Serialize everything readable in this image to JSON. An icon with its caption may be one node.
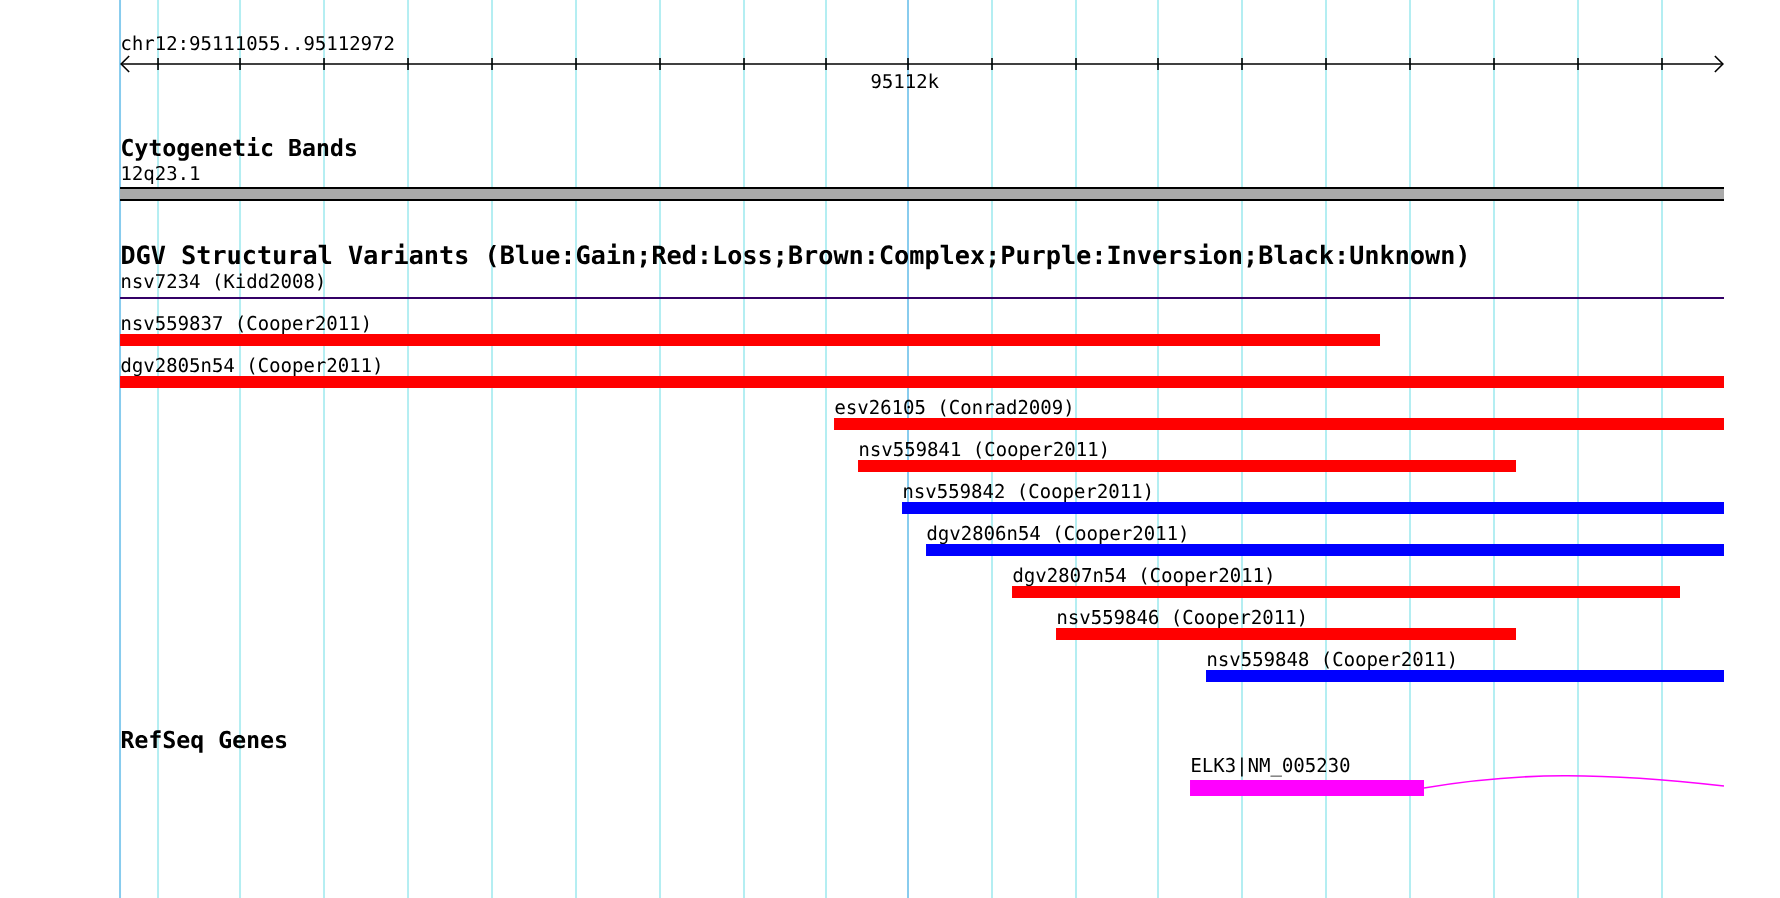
{
  "diagram": {
    "nodes": [
      {
        "text": [
          "12q23.1"
        ]
      },
      {
        "text": [
          "nsv7234 (Kidd2008)"
        ]
      },
      {
        "text": [
          "nsv559837 (Cooper2011)"
        ]
      },
      {
        "text": [
          "dgv2805n54 (Cooper2011)"
        ]
      },
      {
        "text": [
          "esv26105 (Conrad2009)"
        ]
      },
      {
        "text": [
          "nsv559841 (Cooper2011)"
        ]
      },
      {
        "text": [
          "nsv559842 (Cooper2011)"
        ]
      },
      {
        "text": [
          "dgv2806n54 (Cooper2011)"
        ]
      },
      {
        "text": [
          "dgv2807n54 (Cooper2011)"
        ]
      },
      {
        "text": [
          "nsv559846 (Cooper2011)"
        ]
      },
      {
        "text": [
          "nsv559848 (Cooper2011)"
        ]
      },
      {
        "text": [
          "ELK3|NM_005230"
        ]
      }
    ],
    "labels": [
      "chr12:95111055..95112972",
      "95112k",
      "Cytogenetic Bands",
      "DGV Structural Variants (Blue:Gain;Red:Loss;Brown:Complex;Purple:Inversion;Black:Unknown)",
      "RefSeq Genes"
    ]
  }
}
